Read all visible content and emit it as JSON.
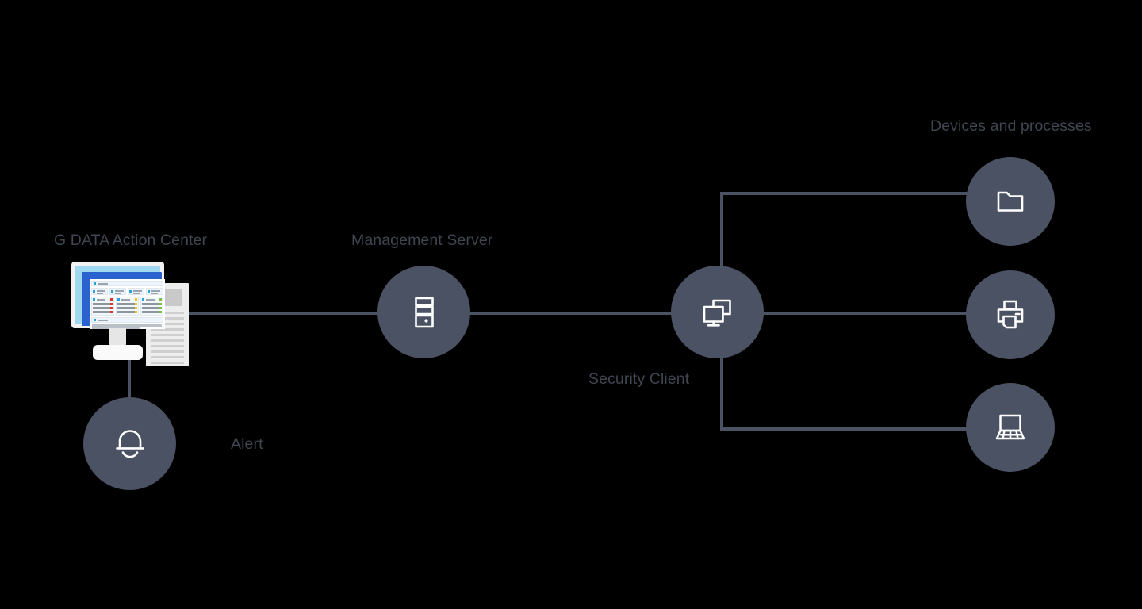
{
  "diagram": {
    "title": "G DATA Action Center network diagram",
    "background_color": "#000000",
    "accent_color": "#4b5263",
    "text_color": "#3f4551",
    "icon_color": "#ffffff",
    "labels": {
      "action_center": "G DATA Action Center",
      "management_server": "Management Server",
      "security_client": "Security Client",
      "devices_and_processes": "Devices and processes",
      "alert": "Alert"
    },
    "nodes": [
      {
        "id": "action-center",
        "label": "G DATA Action Center",
        "icon": "monitor-dashboard-illustration"
      },
      {
        "id": "alert",
        "label": "Alert",
        "icon": "bell-icon"
      },
      {
        "id": "management-server",
        "label": "Management Server",
        "icon": "server-tower-icon"
      },
      {
        "id": "security-client",
        "label": "Security Client",
        "icon": "dual-monitor-icon"
      },
      {
        "id": "folder",
        "label": "Devices and processes",
        "icon": "folder-icon"
      },
      {
        "id": "printer",
        "label": "Devices and processes",
        "icon": "printer-icon"
      },
      {
        "id": "laptop",
        "label": "Devices and processes",
        "icon": "laptop-icon"
      }
    ],
    "connections": [
      {
        "from": "action-center",
        "to": "management-server"
      },
      {
        "from": "management-server",
        "to": "security-client"
      },
      {
        "from": "action-center",
        "to": "alert"
      },
      {
        "from": "security-client",
        "to": "folder"
      },
      {
        "from": "security-client",
        "to": "printer"
      },
      {
        "from": "security-client",
        "to": "laptop"
      }
    ]
  }
}
